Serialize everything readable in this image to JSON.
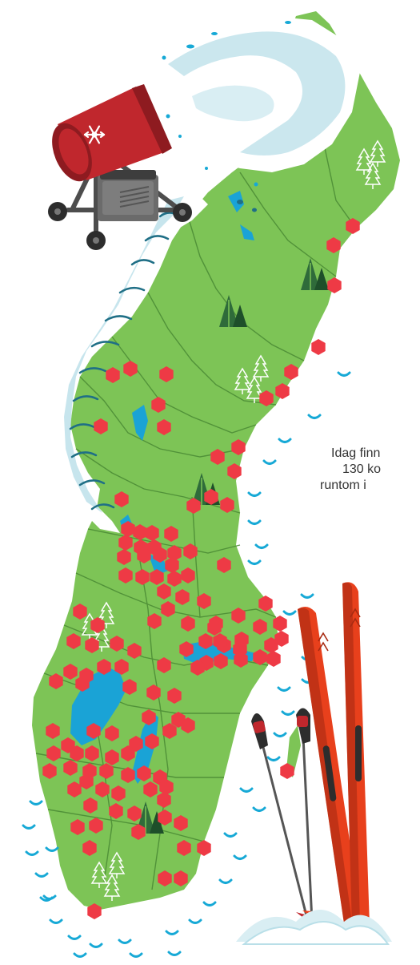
{
  "caption": {
    "line1": "Idag finn",
    "line2": "130 ko",
    "line3": "runtom i"
  },
  "colors": {
    "land": "#7dc456",
    "land_dark": "#5fa33f",
    "border": "#4a8a34",
    "lake": "#1aa3d6",
    "marker": "#ee3a45",
    "tree": "#2f6b3a",
    "snow": "#ffffff",
    "snow_shadow": "#b9dfe8",
    "snow_dark": "#1f6f86",
    "cannon_red": "#c0272d",
    "cannon_dark": "#8e1b20",
    "machine_grey": "#6b6b6b",
    "ski_orange": "#e8401c",
    "ski_dark": "#a72a12",
    "pole": "#555555",
    "wave": "#17a9d6"
  },
  "icons": [
    "snowflake-icon",
    "snow-cannon-icon",
    "skis-icon",
    "ski-poles-icon",
    "tree-icon"
  ]
}
